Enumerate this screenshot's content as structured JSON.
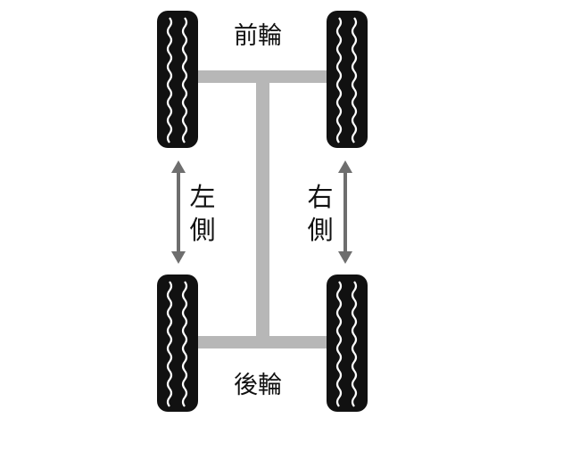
{
  "labels": {
    "front_wheels": "前輪",
    "rear_wheels": "後輪",
    "left_side": [
      "左",
      "側"
    ],
    "right_side": [
      "右",
      "側"
    ]
  },
  "colors": {
    "tire": "#111111",
    "tread": "#ffffff",
    "frame": "#b7b7b7",
    "arrow": "#6e6e6e",
    "text": "#111111"
  }
}
